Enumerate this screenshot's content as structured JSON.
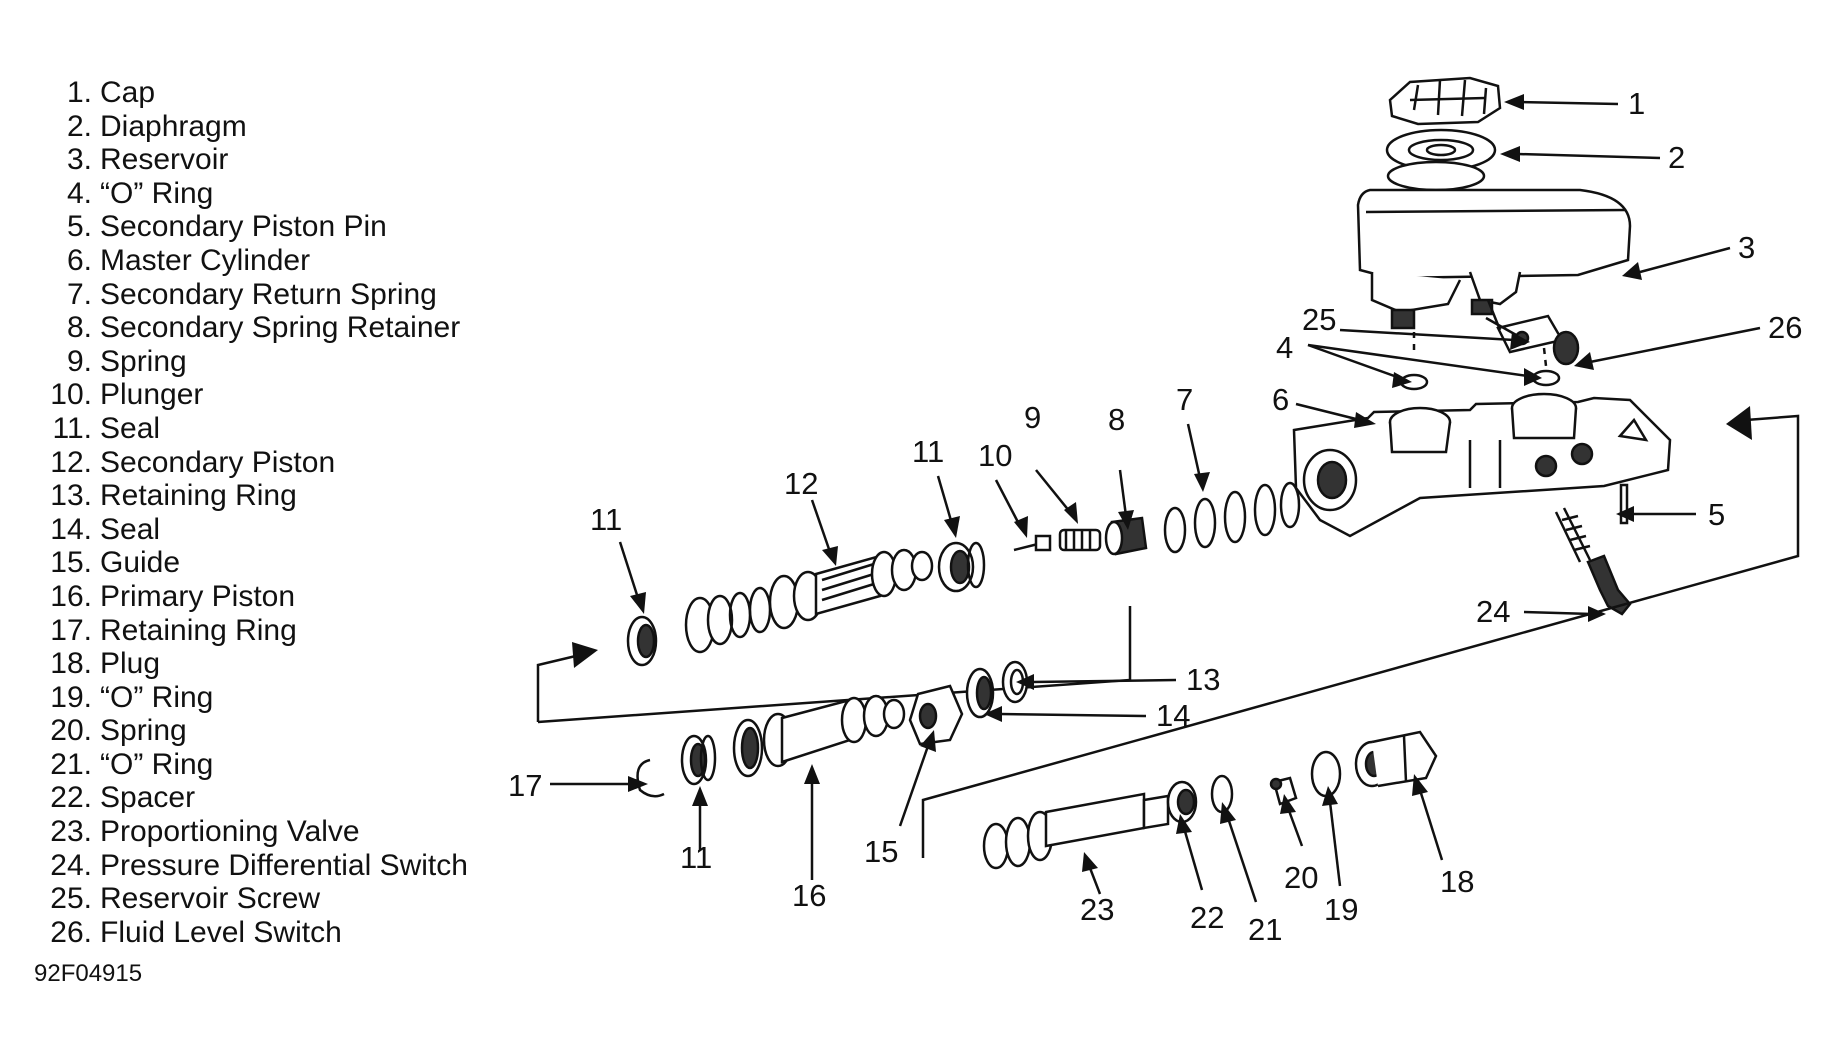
{
  "legend": [
    {
      "num": "1.",
      "label": "Cap"
    },
    {
      "num": "2.",
      "label": "Diaphragm"
    },
    {
      "num": "3.",
      "label": "Reservoir"
    },
    {
      "num": "4.",
      "label": "“O” Ring"
    },
    {
      "num": "5.",
      "label": "Secondary Piston Pin"
    },
    {
      "num": "6.",
      "label": "Master Cylinder"
    },
    {
      "num": "7.",
      "label": "Secondary Return Spring"
    },
    {
      "num": "8.",
      "label": "Secondary Spring Retainer"
    },
    {
      "num": "9.",
      "label": "Spring"
    },
    {
      "num": "10.",
      "label": "Plunger"
    },
    {
      "num": "11.",
      "label": "Seal"
    },
    {
      "num": "12.",
      "label": "Secondary Piston"
    },
    {
      "num": "13.",
      "label": "Retaining Ring"
    },
    {
      "num": "14.",
      "label": "Seal"
    },
    {
      "num": "15.",
      "label": "Guide"
    },
    {
      "num": "16.",
      "label": "Primary Piston"
    },
    {
      "num": "17.",
      "label": "Retaining Ring"
    },
    {
      "num": "18.",
      "label": "Plug"
    },
    {
      "num": "19.",
      "label": "“O” Ring"
    },
    {
      "num": "20.",
      "label": "Spring"
    },
    {
      "num": "21.",
      "label": "“O” Ring"
    },
    {
      "num": "22.",
      "label": "Spacer"
    },
    {
      "num": "23.",
      "label": "Proportioning Valve"
    },
    {
      "num": "24.",
      "label": "Pressure Differential Switch"
    },
    {
      "num": "25.",
      "label": "Reservoir Screw"
    },
    {
      "num": "26.",
      "label": "Fluid Level Switch"
    }
  ],
  "figure_code": "92F04915",
  "callouts": {
    "c1": "1",
    "c2": "2",
    "c3": "3",
    "c4": "4",
    "c5": "5",
    "c6": "6",
    "c7": "7",
    "c8": "8",
    "c9": "9",
    "c10": "10",
    "c11a": "11",
    "c11b": "11",
    "c11c": "11",
    "c12": "12",
    "c13": "13",
    "c14": "14",
    "c15": "15",
    "c16": "16",
    "c17": "17",
    "c18": "18",
    "c19": "19",
    "c20": "20",
    "c21": "21",
    "c22": "22",
    "c23": "23",
    "c24": "24",
    "c25": "25",
    "c26": "26"
  }
}
